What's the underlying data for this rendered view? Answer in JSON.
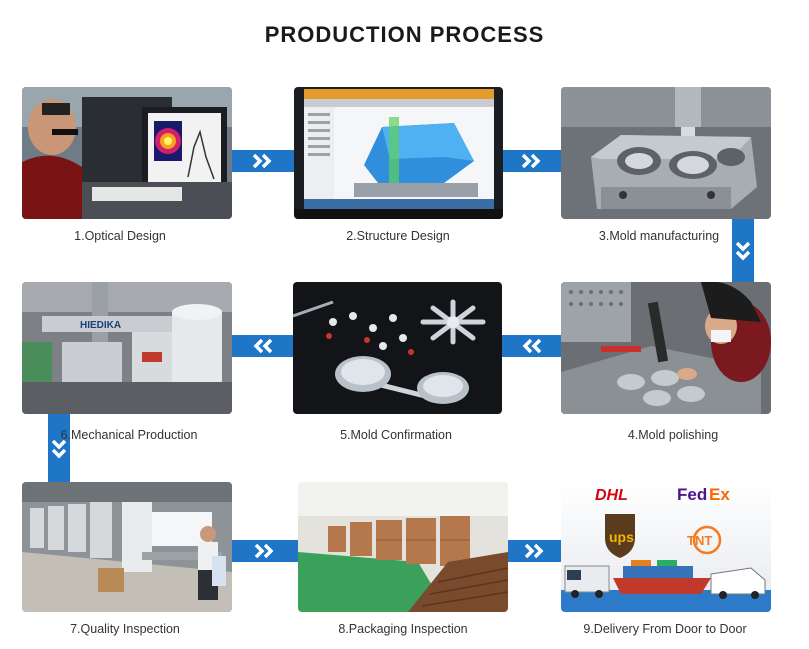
{
  "title": "PRODUCTION PROCESS",
  "steps": [
    {
      "label": "1.Optical Design"
    },
    {
      "label": "2.Structure Design"
    },
    {
      "label": "3.Mold manufacturing"
    },
    {
      "label": "4.Mold polishing"
    },
    {
      "label": "5.Mold Confirmation"
    },
    {
      "label": "6.Mechanical Production"
    },
    {
      "label": "7.Quality Inspection"
    },
    {
      "label": "8.Packaging Inspection"
    },
    {
      "label": "9.Delivery From Door to Door"
    }
  ],
  "photo_text": {
    "machine_brand": "HIEDIKA",
    "logo_dhl": "DHL",
    "logo_fedex_fed": "Fed",
    "logo_fedex_ex": "Ex",
    "logo_ups": "ups",
    "logo_tnt": "TNT"
  },
  "colors": {
    "connector": "#1f76c7",
    "arrow": "#ffffff",
    "dhl_red": "#d40511",
    "fedex_purple": "#4d148c",
    "fedex_orange": "#ff6600",
    "ups_brown": "#5a3b1e",
    "ups_gold": "#f5b400",
    "tnt_orange": "#f47b20"
  }
}
